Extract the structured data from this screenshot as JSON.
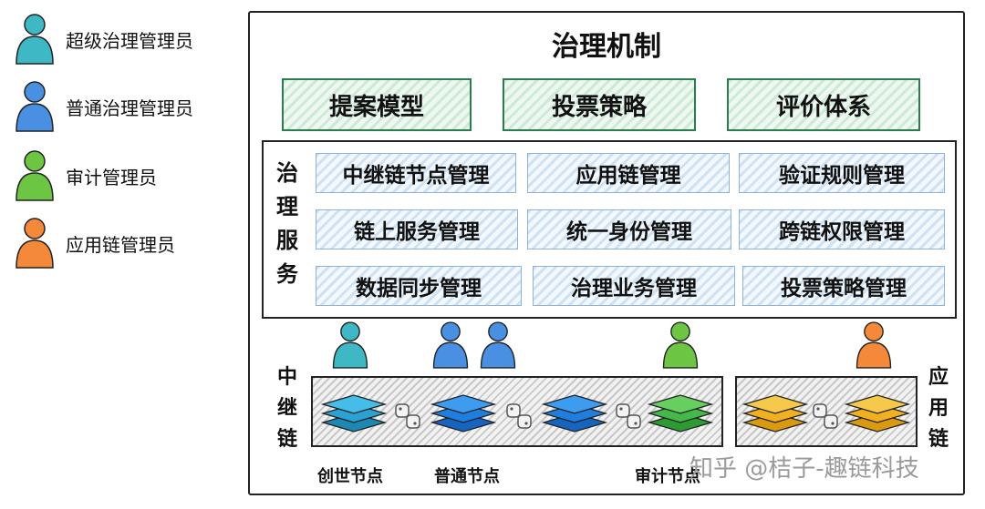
{
  "legend": [
    {
      "label": "超级治理管理员",
      "color": "#3fb8c6"
    },
    {
      "label": "普通治理管理员",
      "color": "#4a90e2"
    },
    {
      "label": "审计管理员",
      "color": "#6cc644"
    },
    {
      "label": "应用链管理员",
      "color": "#f5893a"
    }
  ],
  "title": "治理机制",
  "mechanisms": [
    "提案模型",
    "投票策略",
    "评价体系"
  ],
  "service_label": [
    "治",
    "理",
    "服",
    "务"
  ],
  "services": [
    [
      "中继链节点管理",
      "应用链管理",
      "验证规则管理"
    ],
    [
      "链上服务管理",
      "统一身份管理",
      "跨链权限管理"
    ],
    [
      "数据同步管理",
      "治理业务管理",
      "投票策略管理"
    ]
  ],
  "relay_label": [
    "中",
    "继",
    "链"
  ],
  "app_label": [
    "应",
    "用",
    "链"
  ],
  "node_labels": [
    "创世节点",
    "普通节点",
    "审计节点"
  ],
  "watermark": "知乎 @桔子-趣链科技",
  "colors": {
    "teal": "#3fb8c6",
    "blue": "#4a90e2",
    "green": "#6cc644",
    "orange": "#f5893a",
    "gold": "#f5b82e"
  }
}
